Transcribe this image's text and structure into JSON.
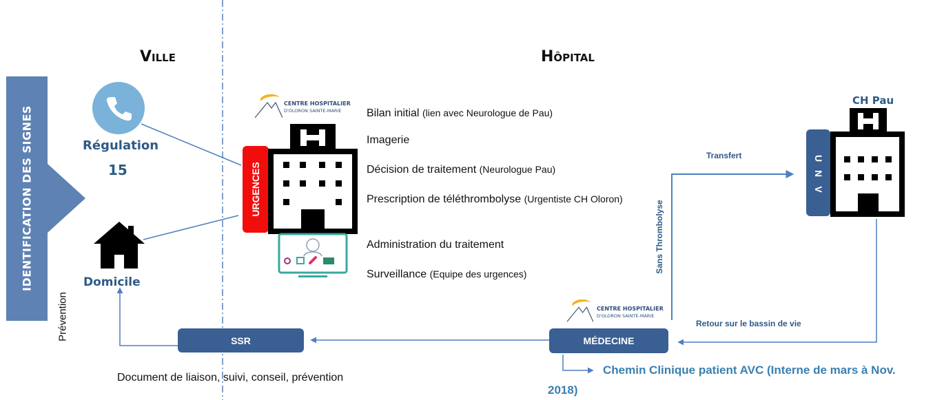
{
  "sidebar": {
    "title": "IDENTIFICATION DES SIGNES"
  },
  "sections": {
    "ville": "Ville",
    "hopital": "Hôpital"
  },
  "ville": {
    "regulation_label": "Régulation",
    "regulation_number": "15",
    "domicile_label": "Domicile",
    "prevention_label": "Prévention"
  },
  "hospital_oloron": {
    "logo_line1": "CENTRE HOSPITALIER",
    "logo_line2": "D'OLORON SAINTE-MARIE",
    "urgences_label": "URGENCES",
    "steps": [
      {
        "main": "Bilan initial ",
        "note": "(lien avec Neurologue de Pau)"
      },
      {
        "main": "Imagerie",
        "note": ""
      },
      {
        "main": "Décision de traitement ",
        "note": "(Neurologue Pau)"
      },
      {
        "main": "Prescription de téléthrombolyse ",
        "note": "(Urgentiste CH Oloron)"
      },
      {
        "main": "Administration du traitement",
        "note": ""
      },
      {
        "main": "Surveillance ",
        "note": "(Equipe des urgences)"
      }
    ]
  },
  "ch_pau": {
    "title": "CH Pau",
    "unv_letters": [
      "U",
      "N",
      "V"
    ]
  },
  "flows": {
    "transfert": "Transfert",
    "sans_thrombolyse": "Sans Thrombolyse",
    "retour": "Retour sur le bassin de vie"
  },
  "medecine": {
    "logo_line1": "CENTRE HOSPITALIER",
    "logo_line2": "D'OLORON SAINTE-MARIE",
    "label": "MÉDECINE"
  },
  "ssr": {
    "label": "SSR",
    "note": "Document de liaison, suivi, conseil, prévention"
  },
  "chemin_clinique": {
    "line1": "Chemin Clinique patient AVC (Interne de mars à Nov.",
    "line2": "2018)"
  },
  "colors": {
    "sidebar": "#5e82b3",
    "box": "#3a5f92",
    "urgences": "#f20d0d",
    "connector": "#4f7fbf",
    "phone": "#7ab2d9",
    "monitor": "#3aa8a0"
  }
}
